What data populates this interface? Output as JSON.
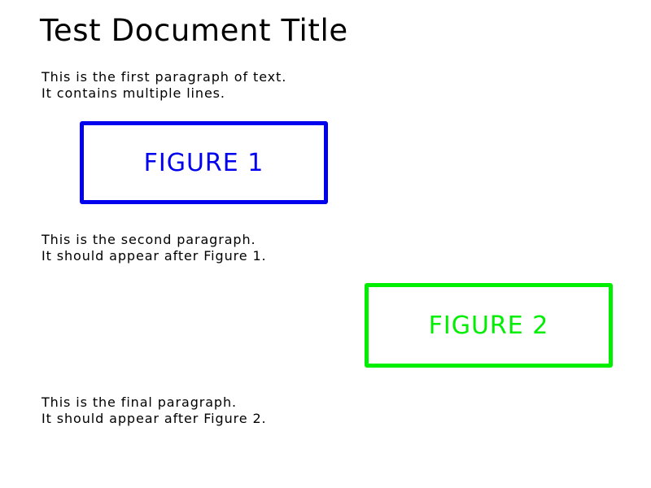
{
  "document": {
    "title": "Test Document Title",
    "paragraphs": [
      {
        "lines": [
          "This is the first paragraph of text.",
          "It contains multiple lines."
        ]
      },
      {
        "lines": [
          "This is the second paragraph.",
          "It should appear after Figure 1."
        ]
      },
      {
        "lines": [
          "This is the final paragraph.",
          "It should appear after Figure 2."
        ]
      }
    ],
    "figures": [
      {
        "label": "FIGURE 1",
        "color": "#0000ee"
      },
      {
        "label": "FIGURE 2",
        "color": "#00ee00"
      }
    ]
  }
}
